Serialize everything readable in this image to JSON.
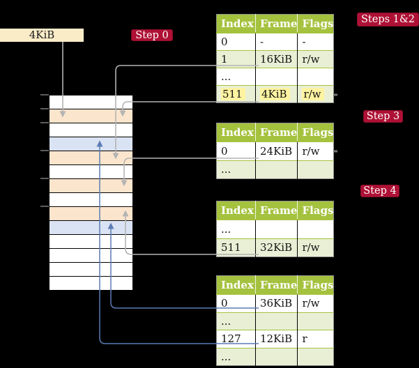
{
  "colors": {
    "badge_bg": "#ae1135",
    "badge_border": "#8c0e2b",
    "header_green": "#a5c23f",
    "row_green": "#e9efd5",
    "highlight_yellow": "#fdf3a1",
    "cream": "#fbecc8",
    "peach": "#fce5cd",
    "blue_row": "#dae3f3",
    "gray_line": "#b4b4b4",
    "blue_line": "#5b7cb4"
  },
  "frame_box": {
    "label": "4KiB"
  },
  "badges": {
    "step0": "Step 0",
    "steps12": "Steps 1&2",
    "step3": "Step 3",
    "step4": "Step 4"
  },
  "tables": [
    {
      "id": "steps12-table",
      "headers": [
        "Index",
        "Frame",
        "Flags"
      ],
      "rows": [
        {
          "cells": [
            "0",
            "-",
            "-"
          ]
        },
        {
          "cells": [
            "1",
            "16KiB",
            "r/w"
          ]
        },
        {
          "cells": [
            "...",
            "",
            ""
          ]
        },
        {
          "cells": [
            "511",
            "4KiB",
            "r/w"
          ],
          "highlighted": true
        }
      ]
    },
    {
      "id": "step3-table",
      "headers": [
        "Index",
        "Frame",
        "Flags"
      ],
      "rows": [
        {
          "cells": [
            "0",
            "24KiB",
            "r/w"
          ]
        },
        {
          "cells": [
            "...",
            "",
            ""
          ]
        }
      ]
    },
    {
      "id": "step4-upper-table",
      "headers": [
        "Index",
        "Frame",
        "Flags"
      ],
      "rows": [
        {
          "cells": [
            "...",
            "",
            ""
          ]
        },
        {
          "cells": [
            "511",
            "32KiB",
            "r/w"
          ]
        }
      ]
    },
    {
      "id": "step4-lower-table",
      "headers": [
        "Index",
        "Frame",
        "Flags"
      ],
      "rows": [
        {
          "cells": [
            "0",
            "36KiB",
            "r/w"
          ]
        },
        {
          "cells": [
            "...",
            "",
            ""
          ]
        },
        {
          "cells": [
            "127",
            "12KiB",
            "r"
          ]
        },
        {
          "cells": [
            "...",
            "",
            ""
          ]
        }
      ]
    }
  ]
}
